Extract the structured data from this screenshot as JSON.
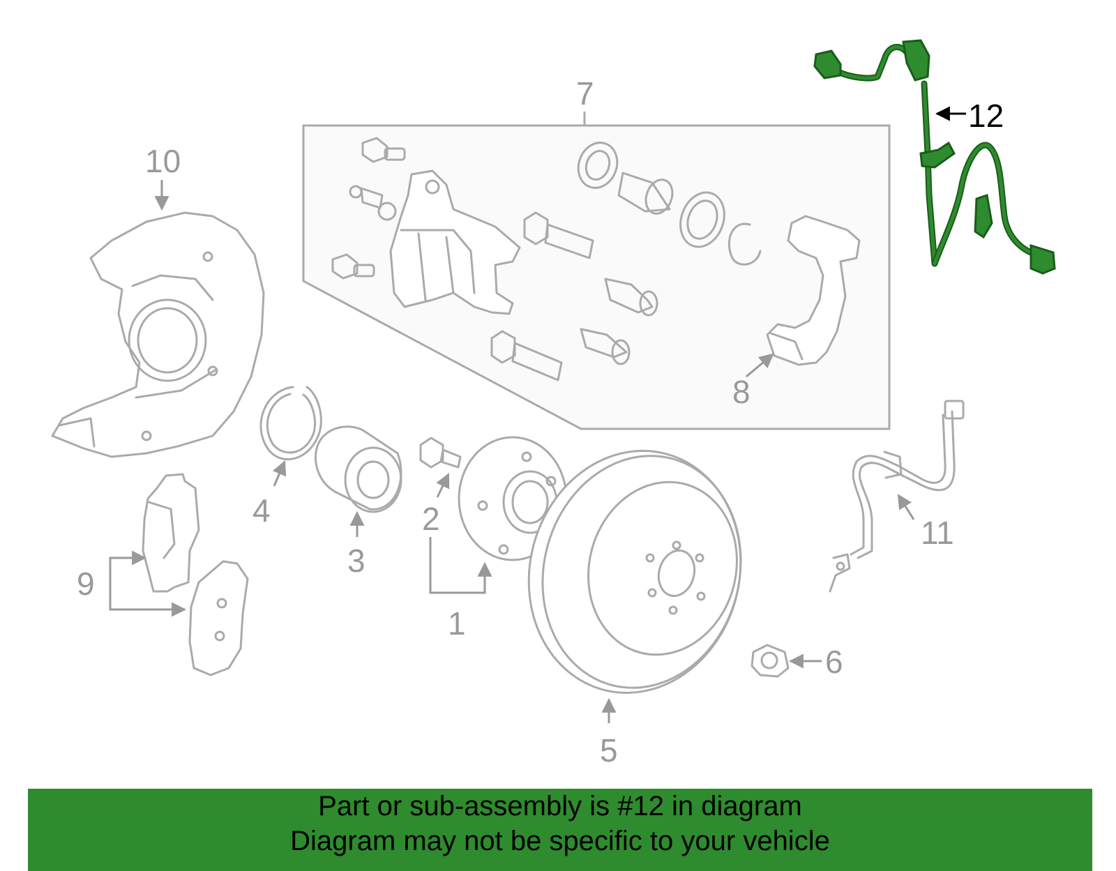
{
  "labels": {
    "p1": "1",
    "p2": "2",
    "p3": "3",
    "p4": "4",
    "p5": "5",
    "p6": "6",
    "p7": "7",
    "p8": "8",
    "p9": "9",
    "p10": "10",
    "p11": "11",
    "p12": "12"
  },
  "banner": {
    "line1": "Part or sub-assembly is #12 in diagram",
    "line2": "Diagram may not be specific to your vehicle"
  },
  "colors": {
    "highlight": "#2e8b2e",
    "banner_bg": "#2e8b2e",
    "part_gray": "#aaaaaa"
  },
  "highlighted_part": "12"
}
